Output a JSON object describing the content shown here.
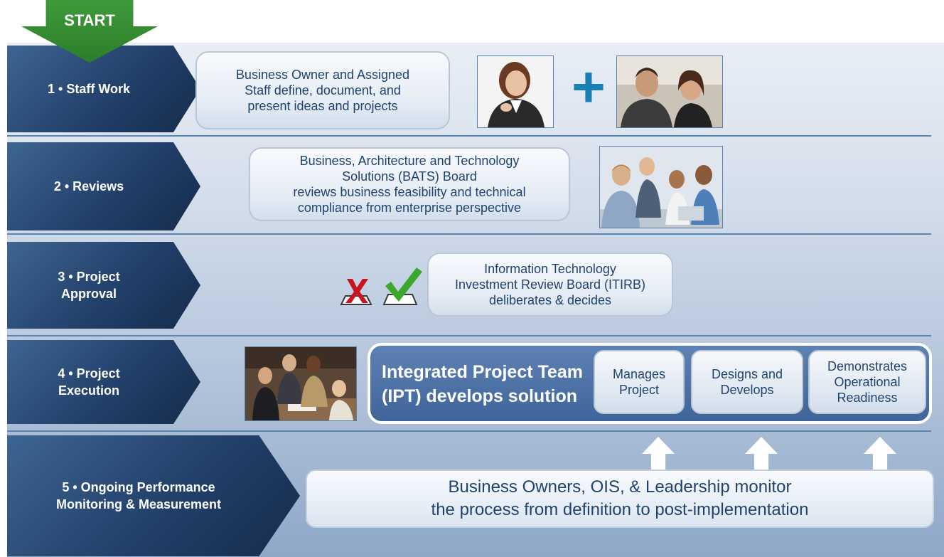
{
  "start_label": "START",
  "plus_symbol": "+",
  "steps": [
    {
      "label": "1 • Staff Work"
    },
    {
      "label": "2 • Reviews"
    },
    {
      "label": "3 • Project\nApproval"
    },
    {
      "label": "4 • Project\nExecution"
    },
    {
      "label": "5 • Ongoing Performance\nMonitoring & Measurement"
    }
  ],
  "boxes": {
    "staff_work": "Business Owner and Assigned\nStaff define, document, and\npresent ideas and projects",
    "reviews": "Business, Architecture and Technology\nSolutions (BATS) Board\nreviews business feasibility and technical\ncompliance from enterprise perspective",
    "approval": "Information Technology\nInvestment Review Board (ITIRB)\ndeliberates & decides",
    "ipt_title": "Integrated Project Team\n(IPT) develops solution",
    "ipt_steps": [
      "Manages\nProject",
      "Designs and\nDevelops",
      "Demonstrates\nOperational\nReadiness"
    ],
    "monitoring": "Business Owners, OIS, & Leadership monitor\nthe process from definition to post-implementation"
  },
  "icons": [
    "start-arrow-icon",
    "plus-icon",
    "reject-x-icon",
    "approve-check-icon",
    "up-arrow-icon",
    "person-photo-icon",
    "team-photo-icon"
  ],
  "colors": {
    "chevron": "#22406a",
    "start": "#2d7d2a",
    "box_text": "#1f4370",
    "plus": "#1a7fb5",
    "ipt_panel": "#4f74a8"
  }
}
